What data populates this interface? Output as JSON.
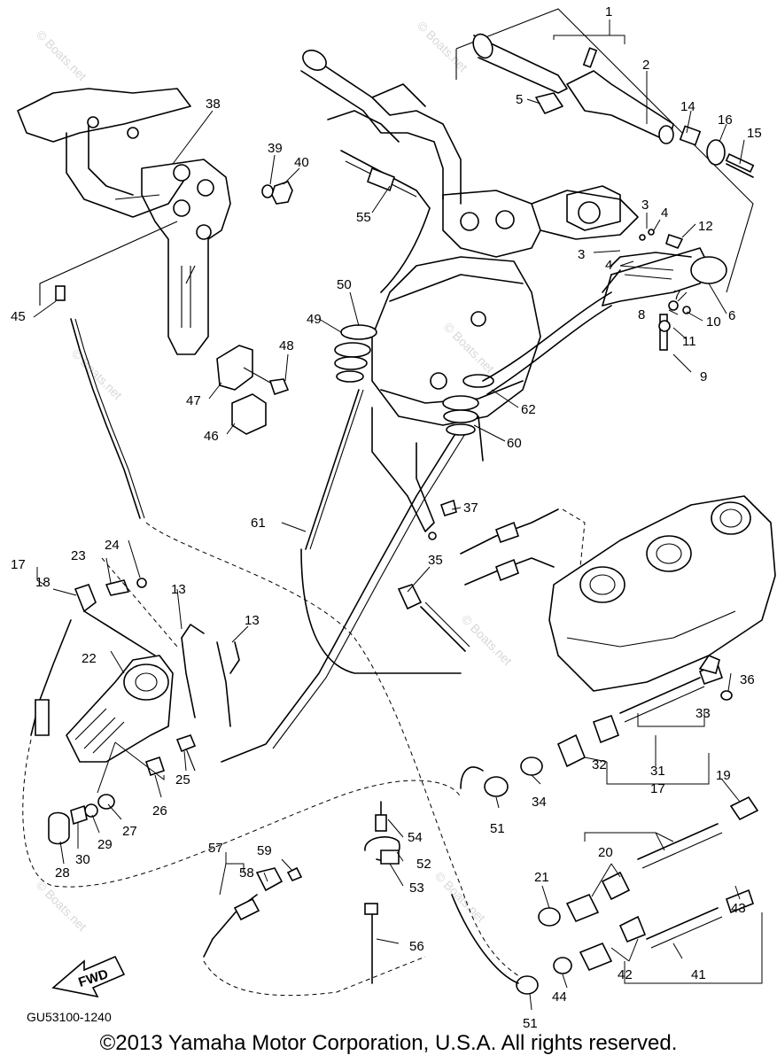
{
  "reference_code": "GU53100-1240",
  "copyright": "©2013 Yamaha Motor Corporation, U.S.A. All rights reserved.",
  "fwd_label": "FWD",
  "watermark": "© Boats.net",
  "callouts": {
    "c1": "1",
    "c2": "2",
    "c3a": "3",
    "c3b": "3",
    "c4a": "4",
    "c4b": "4",
    "c5": "5",
    "c6": "6",
    "c7": "7",
    "c8": "8",
    "c9": "9",
    "c10": "10",
    "c11": "11",
    "c12": "12",
    "c13a": "13",
    "c13b": "13",
    "c14": "14",
    "c15": "15",
    "c16": "16",
    "c17a": "17",
    "c17b": "17",
    "c18": "18",
    "c19": "19",
    "c20": "20",
    "c21": "21",
    "c22": "22",
    "c23": "23",
    "c24": "24",
    "c25": "25",
    "c26": "26",
    "c27": "27",
    "c28": "28",
    "c29": "29",
    "c30": "30",
    "c31": "31",
    "c32": "32",
    "c33": "33",
    "c34": "34",
    "c35": "35",
    "c36": "36",
    "c37": "37",
    "c38": "38",
    "c39": "39",
    "c40": "40",
    "c41": "41",
    "c42": "42",
    "c43": "43",
    "c44": "44",
    "c45": "45",
    "c46": "46",
    "c47": "47",
    "c48": "48",
    "c49": "49",
    "c50": "50",
    "c51a": "51",
    "c51b": "51",
    "c52": "52",
    "c53": "53",
    "c54": "54",
    "c55": "55",
    "c56": "56",
    "c57": "57",
    "c58": "58",
    "c59": "59",
    "c60": "60",
    "c61": "61",
    "c62": "62"
  },
  "icons": {
    "fwd_arrow": "fwd-arrow-icon"
  }
}
